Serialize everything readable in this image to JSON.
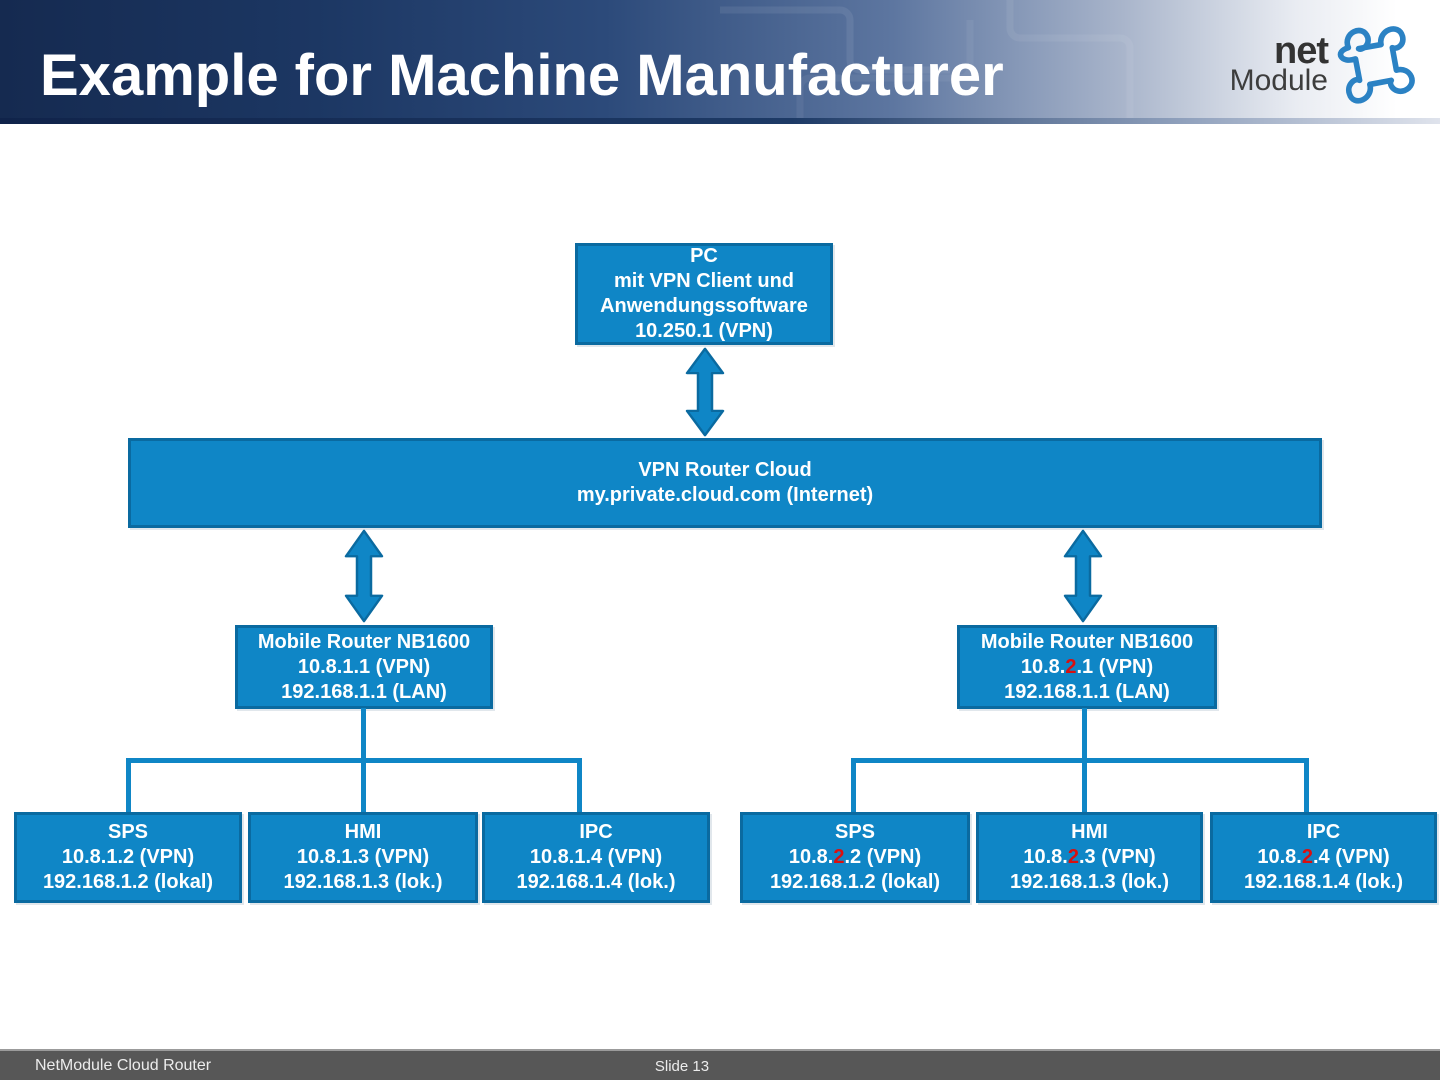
{
  "header": {
    "title": "Example for Machine Manufacturer",
    "logo_net": "net",
    "logo_module": "Module"
  },
  "footer": {
    "left": "NetModule Cloud Router",
    "page": "Slide 13"
  },
  "colors": {
    "node_fill": "#0F86C6",
    "node_border": "#0A6AA0",
    "highlight_red": "#D90F0F",
    "header_dark_navy": "#152A50",
    "footer_gray": "#575757",
    "logo_blue": "#2B82C4"
  },
  "diagram": {
    "pc": {
      "l1": "PC",
      "l2": "mit VPN Client und",
      "l3": "Anwendungssoftware",
      "l4": "10.250.1 (VPN)"
    },
    "cloud": {
      "l1": "VPN Router Cloud",
      "l2": "my.private.cloud.com (Internet)"
    },
    "router_left": {
      "title": "Mobile Router NB1600",
      "vpn_pre": "10.8.1.1 (VPN)",
      "vpn_hl": "",
      "vpn_post": "",
      "lan": "192.168.1.1 (LAN)"
    },
    "router_right": {
      "title": "Mobile Router NB1600",
      "vpn_pre": "10.8.",
      "vpn_hl": "2",
      "vpn_post": ".1 (VPN)",
      "lan": "192.168.1.1 (LAN)"
    },
    "left_devices": {
      "sps": {
        "title": "SPS",
        "vpn_pre": "10.8.1.2 (VPN)",
        "vpn_hl": "",
        "vpn_post": "",
        "local": "192.168.1.2 (lokal)"
      },
      "hmi": {
        "title": "HMI",
        "vpn_pre": "10.8.1.3 (VPN)",
        "vpn_hl": "",
        "vpn_post": "",
        "local": "192.168.1.3 (lok.)"
      },
      "ipc": {
        "title": "IPC",
        "vpn_pre": "10.8.1.4 (VPN)",
        "vpn_hl": "",
        "vpn_post": "",
        "local": "192.168.1.4 (lok.)"
      }
    },
    "right_devices": {
      "sps": {
        "title": "SPS",
        "vpn_pre": "10.8.",
        "vpn_hl": "2",
        "vpn_post": ".2 (VPN)",
        "local": "192.168.1.2  (lokal)"
      },
      "hmi": {
        "title": "HMI",
        "vpn_pre": "10.8.",
        "vpn_hl": "2",
        "vpn_post": ".3 (VPN)",
        "local": "192.168.1.3 (lok.)"
      },
      "ipc": {
        "title": "IPC",
        "vpn_pre": "10.8.",
        "vpn_hl": "2",
        "vpn_post": ".4 (VPN)",
        "local": "192.168.1.4 (lok.)"
      }
    }
  }
}
